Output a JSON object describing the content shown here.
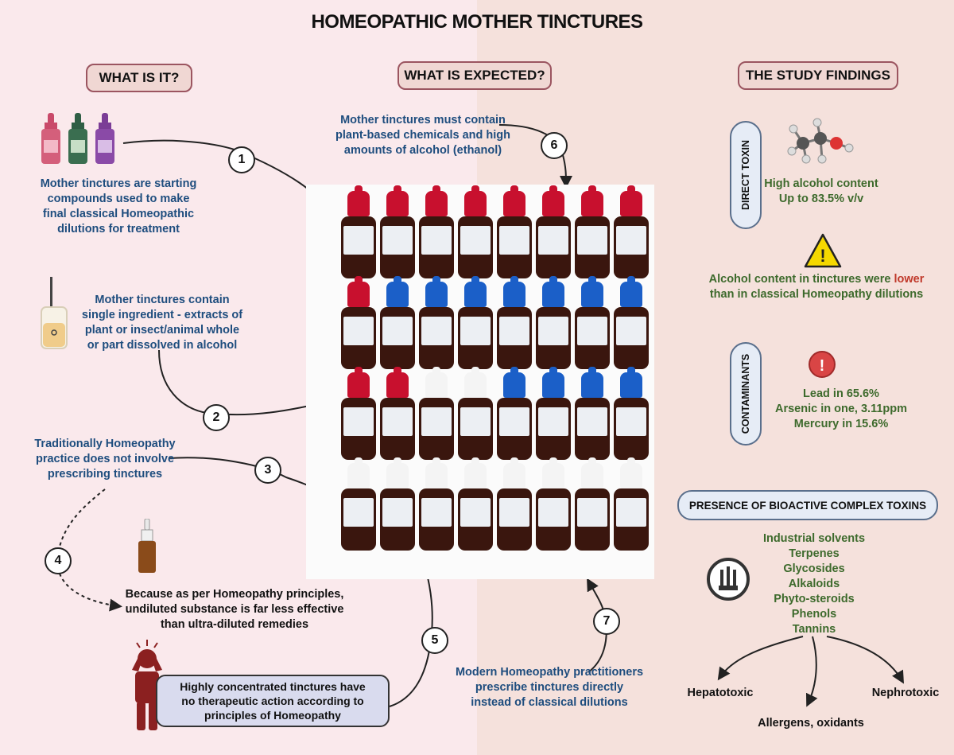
{
  "title": "HOMEOPATHIC MOTHER TINCTURES",
  "sections": {
    "what_is_it": "WHAT IS IT?",
    "what_is_expected": "WHAT IS EXPECTED?",
    "study_findings": "THE STUDY FINDINGS"
  },
  "steps": {
    "s1": "1",
    "s2": "2",
    "s3": "3",
    "s4": "4",
    "s5": "5",
    "s6": "6",
    "s7": "7"
  },
  "texts": {
    "t1": [
      "Mother tinctures are starting",
      "compounds used to make",
      "final classical Homeopathic",
      "dilutions for treatment"
    ],
    "t2": [
      "Mother tinctures contain",
      "single ingredient - extracts of",
      "plant or insect/animal whole",
      "or part dissolved in alcohol"
    ],
    "t3": [
      "Traditionally Homeopathy",
      "practice does not involve",
      "prescribing tinctures"
    ],
    "t4": [
      "Because as per Homeopathy principles,",
      "undiluted substance is far less effective",
      "than ultra-diluted remedies"
    ],
    "t5": [
      "Highly concentrated tinctures have",
      "no therapeutic action according to",
      "principles of Homeopathy"
    ],
    "t6": [
      "Mother tinctures must contain",
      "plant-based chemicals and high",
      "amounts of alcohol (ethanol)"
    ],
    "t7": [
      "Modern Homeopathy practitioners",
      "prescribe tinctures directly",
      "instead of classical dilutions"
    ]
  },
  "findings": {
    "direct_toxin": "DIRECT TOXIN",
    "contaminants": "CONTAMINANTS",
    "alcohol_high": [
      "High alcohol content",
      "Up to 83.5% v/v"
    ],
    "alcohol_lower_pre": "Alcohol content in tinctures were ",
    "alcohol_lower_word": "lower",
    "alcohol_lower_post": "than in classical Homeopathy dilutions",
    "contaminant_list": [
      "Lead in 65.6%",
      "Arsenic in one, 3.11ppm",
      "Mercury in 15.6%"
    ],
    "bioactive_title": "PRESENCE OF BIOACTIVE COMPLEX TOXINS",
    "toxins": [
      "Industrial solvents",
      "Terpenes",
      "Glycosides",
      "Alkaloids",
      "Phyto-steroids",
      "Phenols",
      "Tannins"
    ],
    "outcomes": {
      "hepatotoxic": "Hepatotoxic",
      "allergens": "Allergens, oxidants",
      "nephrotoxic": "Nephrotoxic"
    }
  },
  "icons": {
    "warning": "!",
    "alert": "!"
  },
  "colors": {
    "blue_text": "#1e4d7e",
    "green_text": "#3d6a2c",
    "red_highlight": "#c0392b",
    "pill_border": "#9b5560"
  }
}
